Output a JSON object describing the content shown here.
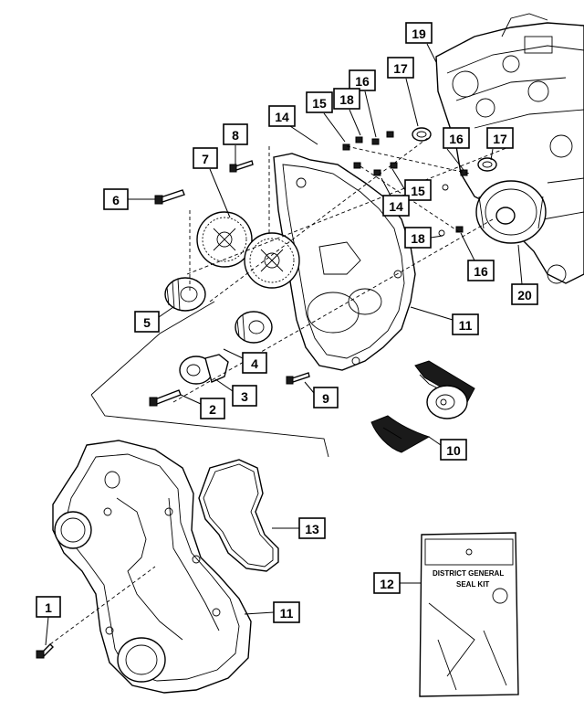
{
  "diagram": {
    "callouts": [
      {
        "id": "c19",
        "label": "19"
      },
      {
        "id": "c17a",
        "label": "17"
      },
      {
        "id": "c16a",
        "label": "16"
      },
      {
        "id": "c18a",
        "label": "18"
      },
      {
        "id": "c15a",
        "label": "15"
      },
      {
        "id": "c14a",
        "label": "14"
      },
      {
        "id": "c8",
        "label": "8"
      },
      {
        "id": "c7",
        "label": "7"
      },
      {
        "id": "c6",
        "label": "6"
      },
      {
        "id": "c16b",
        "label": "16"
      },
      {
        "id": "c17b",
        "label": "17"
      },
      {
        "id": "c15b",
        "label": "15"
      },
      {
        "id": "c14b",
        "label": "14"
      },
      {
        "id": "c18b",
        "label": "18"
      },
      {
        "id": "c16c",
        "label": "16"
      },
      {
        "id": "c20",
        "label": "20"
      },
      {
        "id": "c5",
        "label": "5"
      },
      {
        "id": "c11a",
        "label": "11"
      },
      {
        "id": "c4",
        "label": "4"
      },
      {
        "id": "c3",
        "label": "3"
      },
      {
        "id": "c2",
        "label": "2"
      },
      {
        "id": "c9",
        "label": "9"
      },
      {
        "id": "c10",
        "label": "10"
      },
      {
        "id": "c13",
        "label": "13"
      },
      {
        "id": "c12",
        "label": "12"
      },
      {
        "id": "c1",
        "label": "1"
      },
      {
        "id": "c11b",
        "label": "11"
      }
    ],
    "package_text": {
      "brand": "DISTRICT GENERAL",
      "sub": "SEAL KIT"
    }
  }
}
